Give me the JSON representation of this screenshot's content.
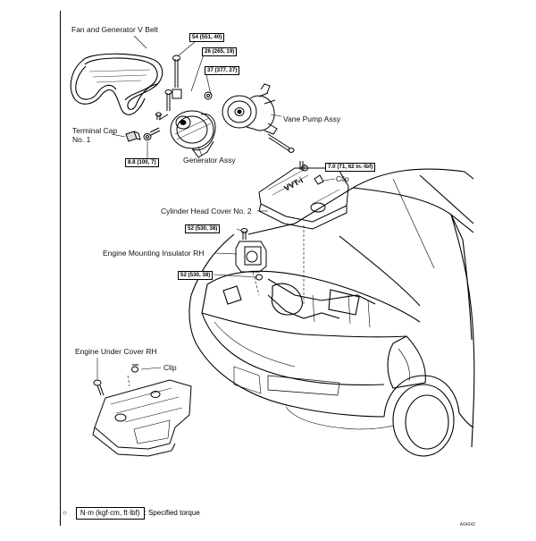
{
  "labels": {
    "fan_belt": "Fan and Generator V Belt",
    "terminal_cap": "Terminal Cap\nNo. 1",
    "generator": "Generator Assy",
    "vane_pump": "Vane Pump Assy",
    "clip_top": "Clip",
    "cylinder_cover": "Cylinder Head Cover No. 2",
    "engine_mount": "Engine Mounting Insulator RH",
    "under_cover": "Engine Under Cover RH",
    "clip_bottom": "Clip"
  },
  "torques": {
    "t1": "54 (551, 40)",
    "t2": "26 (265, 19)",
    "t3": "37 (377, 27)",
    "t4": "8.8 (100, 7)",
    "t5": "7.0 (71, 62 in.·lbf)",
    "t6": "52 (530, 38)",
    "t7": "52 (530, 38)"
  },
  "legend": {
    "symbol": "○",
    "unit_box": "N·m (kgf·cm, ft·lbf)",
    "description": ": Specified torque"
  },
  "figure_id": "A64042"
}
